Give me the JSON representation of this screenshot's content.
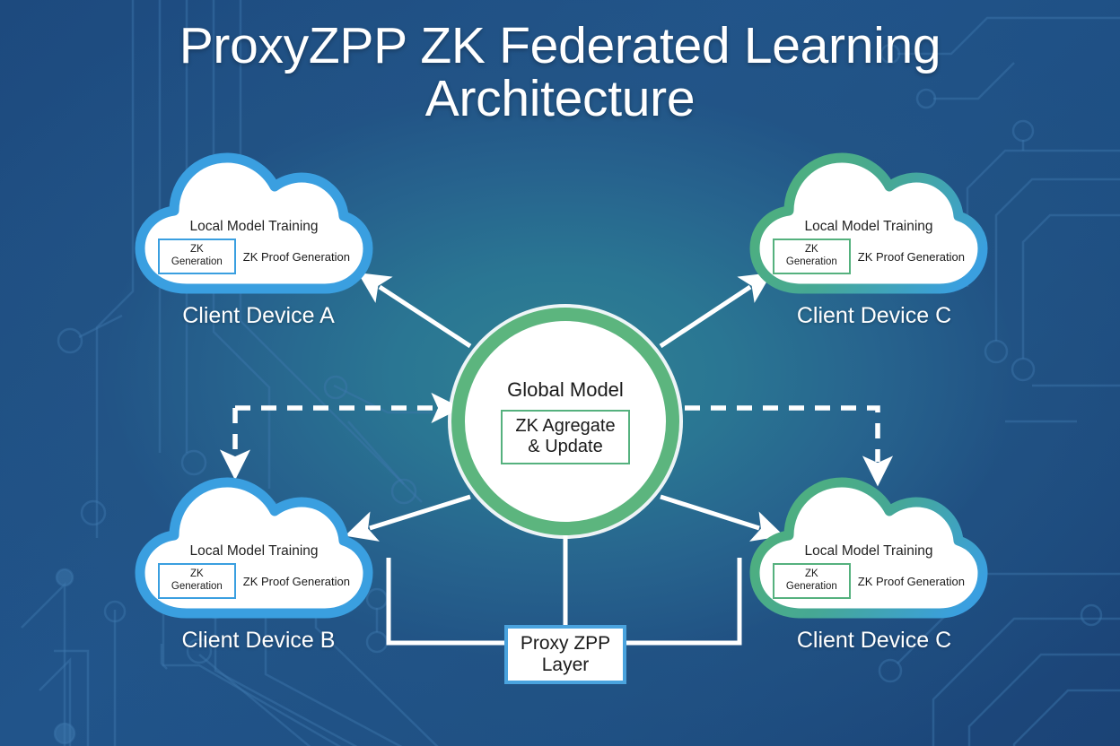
{
  "title": "ProxyZPP ZK Federated Learning\nArchitecture",
  "title_line1": "ProxyZPP ZK Federated Learning",
  "title_line2": "Architecture",
  "colors": {
    "background_deep_blue": "#1f4d81",
    "background_center_teal": "#2b7f93",
    "cloud_outline_blue": "#3a9fe0",
    "cloud_outline_green": "#4fb07c",
    "circle_ring_green": "#5cb57e",
    "box_border_blue": "#4aa3de",
    "box_border_green": "#55b17e",
    "connector_white": "#ffffff",
    "text_white": "#ffffff",
    "text_dark": "#1a1a1a"
  },
  "clouds": [
    {
      "id": "client-device-a",
      "outline": "blue",
      "zk_border": "blue",
      "heading": "Local Model Training",
      "zk_box_line1": "ZK",
      "zk_box_line2": "Generation",
      "zk_proof": "ZK Proof Generation",
      "label": "Client Device A"
    },
    {
      "id": "client-device-c-top",
      "outline": "green",
      "zk_border": "green",
      "heading": "Local Model Training",
      "zk_box_line1": "ZK",
      "zk_box_line2": "Generation",
      "zk_proof": "ZK Proof Generation",
      "label": "Client Device C"
    },
    {
      "id": "client-device-b",
      "outline": "blue",
      "zk_border": "blue",
      "heading": "Local Model Training",
      "zk_box_line1": "ZK",
      "zk_box_line2": "Generation",
      "zk_proof": "ZK Proof Generation",
      "label": "Client Device B"
    },
    {
      "id": "client-device-c-bottom",
      "outline": "green",
      "zk_border": "green",
      "heading": "Local Model Training",
      "zk_box_line1": "ZK",
      "zk_box_line2": "Generation",
      "zk_proof": "ZK Proof Generation",
      "label": "Client Device C"
    }
  ],
  "global_model": {
    "title": "Global Model",
    "box_line1": "ZK Agregate",
    "box_line2": "& Update"
  },
  "proxy_layer": {
    "line1": "Proxy ZPP",
    "line2": "Layer"
  },
  "connectors": [
    {
      "name": "circle-to-client-a",
      "style": "solid",
      "direction": "to-cloud",
      "arrow": true
    },
    {
      "name": "circle-to-client-c-top",
      "style": "solid",
      "direction": "to-cloud",
      "arrow": true
    },
    {
      "name": "circle-to-client-b",
      "style": "solid",
      "direction": "to-cloud",
      "arrow": true
    },
    {
      "name": "circle-to-client-c-bottom",
      "style": "solid",
      "direction": "to-cloud",
      "arrow": true
    },
    {
      "name": "left-dashed-elbow",
      "style": "dashed",
      "direction": "to-circle-and-down",
      "arrow": true
    },
    {
      "name": "right-dashed-elbow",
      "style": "dashed",
      "direction": "from-circle-and-down",
      "arrow": true
    },
    {
      "name": "proxy-to-circle",
      "style": "solid",
      "direction": "vertical",
      "arrow": false
    },
    {
      "name": "proxy-to-left-cloud",
      "style": "solid",
      "direction": "elbow",
      "arrow": false
    },
    {
      "name": "proxy-to-right-cloud",
      "style": "solid",
      "direction": "elbow",
      "arrow": false
    }
  ]
}
